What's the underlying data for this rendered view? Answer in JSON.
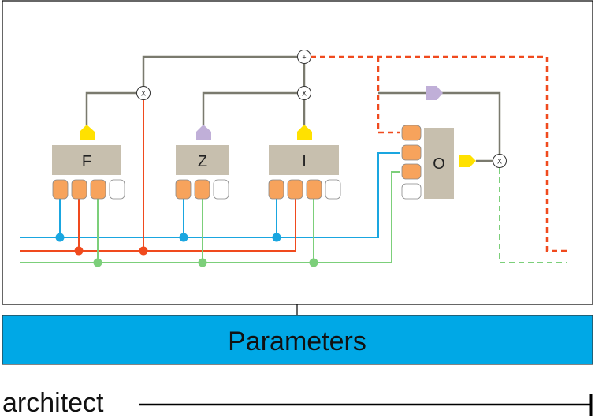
{
  "gates": {
    "f": "F",
    "z": "Z",
    "i": "I",
    "o": "O"
  },
  "operators": {
    "multiply": "X",
    "add": "+"
  },
  "parameters_label": "Parameters",
  "architect_label": "architect",
  "colors": {
    "blue_line": "#1aa6e0",
    "red_line": "#f04a1e",
    "green_line": "#7ccf7a",
    "gray_line": "#7a7a6e",
    "gate_box": "#c7bfae",
    "orange_slot": "#f7a35c",
    "yellow_marker": "#ffe100",
    "purple_marker": "#c0afd8",
    "parameters_fill": "#00a8e6"
  }
}
